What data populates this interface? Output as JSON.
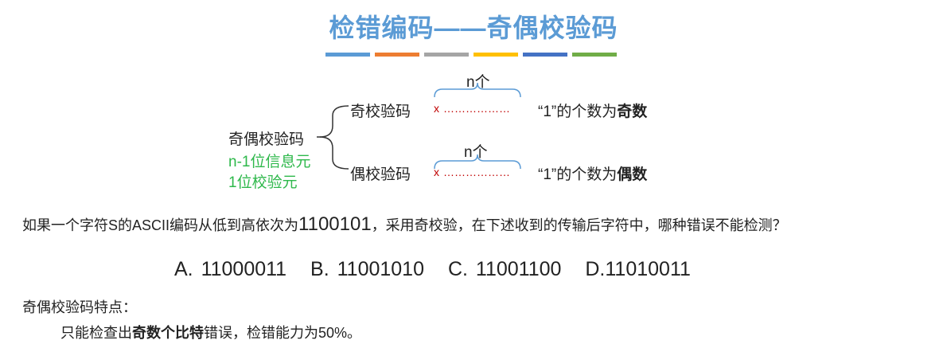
{
  "title": "检错编码——奇偶校验码",
  "stripe_colors": [
    "#5B9BD5",
    "#ED7D31",
    "#A5A5A5",
    "#FFC000",
    "#4472C4",
    "#70AD47"
  ],
  "diagram": {
    "root": "奇偶校验码",
    "info_bits": "n-1位信息元",
    "check_bit": "1位校验元",
    "odd": {
      "label": "奇校验码",
      "n_label": "n个",
      "x_mark": "x",
      "dots": "………………",
      "desc_prefix": "“1”的个数为",
      "desc_bold": "奇数"
    },
    "even": {
      "label": "偶校验码",
      "n_label": "n个",
      "x_mark": "x",
      "dots": "………………",
      "desc_prefix": "“1”的个数为",
      "desc_bold": "偶数"
    }
  },
  "question": {
    "part1": "如果一个字符S的ASCII编码从低到高依次为",
    "code": "1100101",
    "part2": "，采用奇校验，在下述收到的传输后字符中，哪种错误不能检测？"
  },
  "options": [
    "A. 11000011",
    "B. 11001010",
    "C. 11001100",
    "D.11010011"
  ],
  "features": {
    "heading": "奇偶校验码特点：",
    "prefix": "只能检查出",
    "bold": "奇数个比特",
    "suffix": "错误，检错能力为50%。"
  }
}
